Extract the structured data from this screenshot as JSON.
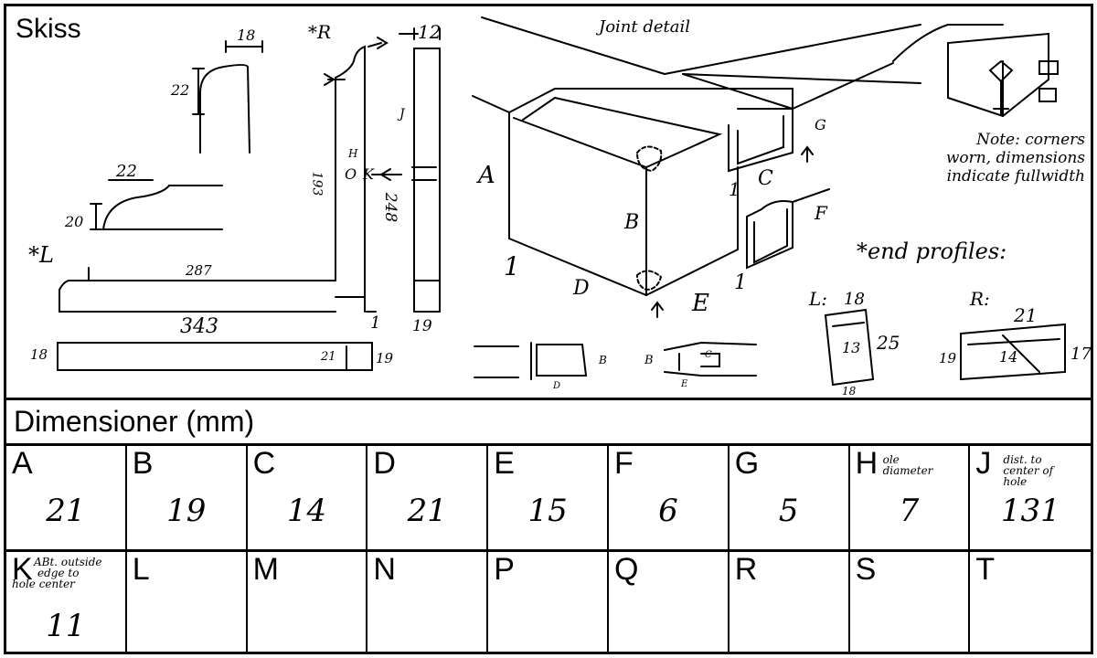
{
  "sketch": {
    "title": "Skiss",
    "joint_detail": "Joint detail",
    "note_lines": [
      "Note: corners",
      "worn, dimensions",
      "indicate fullwidth"
    ],
    "end_profiles": "*end profiles:",
    "star_L": "*L",
    "star_R": "*R",
    "labels": {
      "top_18": "18",
      "top_22": "22",
      "mid_22": "22",
      "mid_20": "20",
      "len_287": "287",
      "len_343": "343",
      "bot_18": "18",
      "bot_21": "21",
      "bot_19": "19",
      "len_193": "193",
      "len_248": "248",
      "H": "H",
      "O": "O",
      "K": "K",
      "r_12": "12",
      "r_19": "19",
      "J": "J",
      "A": "A",
      "B": "B",
      "C": "C",
      "D": "D",
      "E": "E",
      "F": "F",
      "G": "G",
      "one_a": "1",
      "one_b": "1",
      "one_c": "1",
      "one_d": "1",
      "sec_B": "B",
      "sec_D": "D",
      "sec_B2": "B",
      "sec_C": "C",
      "sec_E": "E",
      "L_prof": "L:",
      "L_18": "18",
      "L_13": "13",
      "L_25": "25",
      "L_18b": "18",
      "R_prof": "R:",
      "R_21": "21",
      "R_14": "14",
      "R_19": "19",
      "R_17": "17"
    }
  },
  "dimensions": {
    "title": "Dimensioner (mm)",
    "row1": [
      {
        "letter": "A",
        "note": [],
        "value": "21"
      },
      {
        "letter": "B",
        "note": [],
        "value": "19"
      },
      {
        "letter": "C",
        "note": [],
        "value": "14"
      },
      {
        "letter": "D",
        "note": [],
        "value": "21"
      },
      {
        "letter": "E",
        "note": [],
        "value": "15"
      },
      {
        "letter": "F",
        "note": [],
        "value": "6"
      },
      {
        "letter": "G",
        "note": [],
        "value": "5"
      },
      {
        "letter": "H",
        "note": [
          "ole",
          "diameter"
        ],
        "value": "7"
      },
      {
        "letter": "J",
        "note": [
          "dist. to",
          "center of",
          "hole"
        ],
        "value": "131"
      }
    ],
    "row2": [
      {
        "letter": "K",
        "note": [
          "ABt. outside",
          "edge to",
          "hole center"
        ],
        "value": "11"
      },
      {
        "letter": "L",
        "note": [],
        "value": ""
      },
      {
        "letter": "M",
        "note": [],
        "value": ""
      },
      {
        "letter": "N",
        "note": [],
        "value": ""
      },
      {
        "letter": "P",
        "note": [],
        "value": ""
      },
      {
        "letter": "Q",
        "note": [],
        "value": ""
      },
      {
        "letter": "R",
        "note": [],
        "value": ""
      },
      {
        "letter": "S",
        "note": [],
        "value": ""
      },
      {
        "letter": "T",
        "note": [],
        "value": ""
      }
    ]
  }
}
